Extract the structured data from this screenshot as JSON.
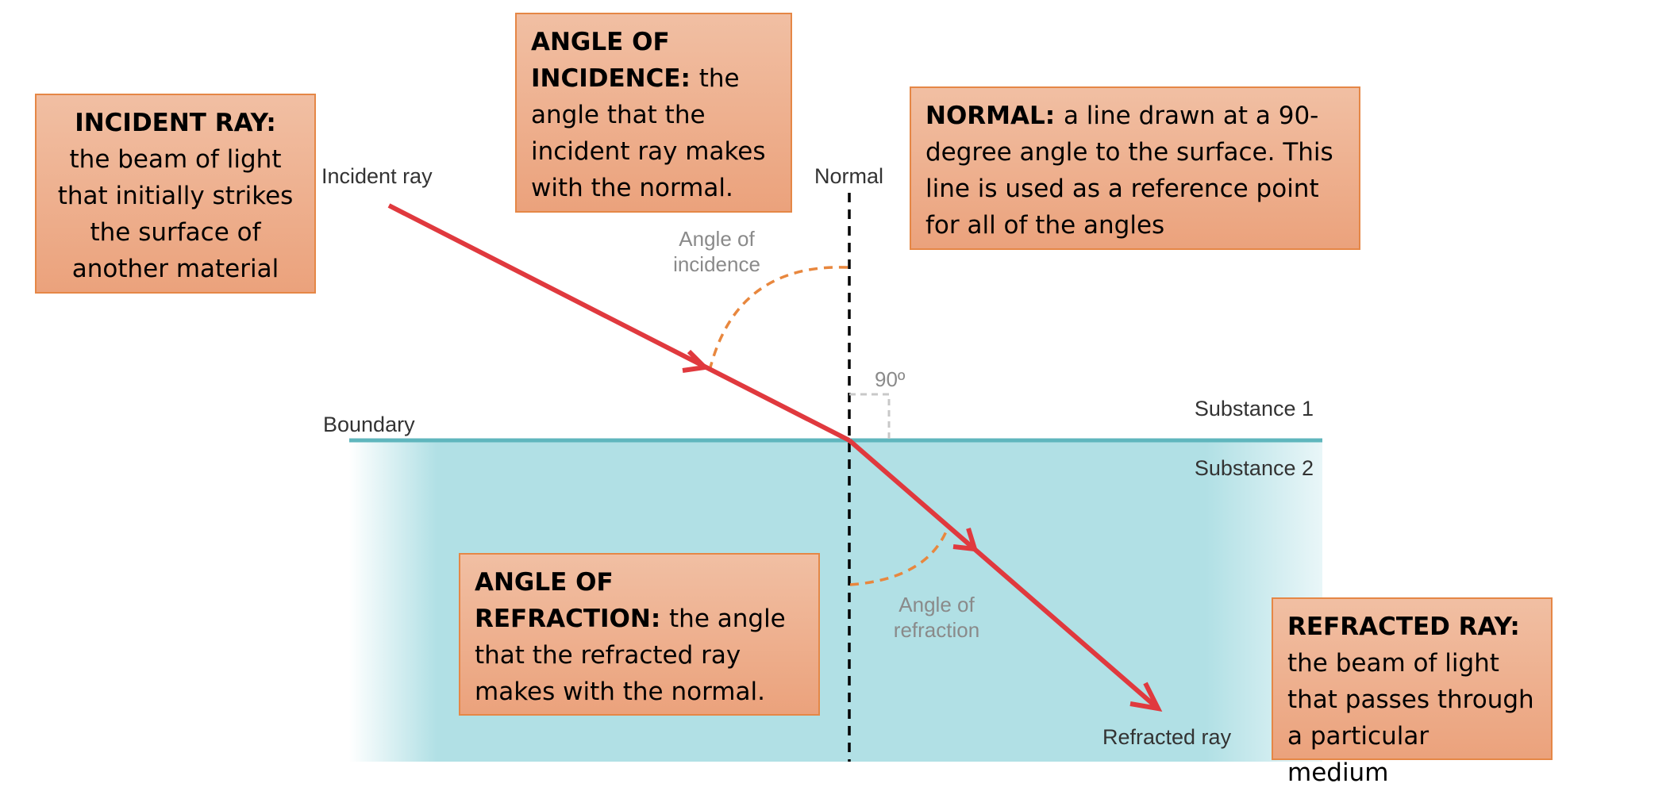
{
  "diagram": {
    "labels": {
      "incident_ray": "Incident ray",
      "normal": "Normal",
      "angle_of_incidence_line1": "Angle of",
      "angle_of_incidence_line2": "incidence",
      "right_angle": "90º",
      "boundary": "Boundary",
      "substance_1": "Substance 1",
      "substance_2": "Substance 2",
      "angle_of_refraction_line1": "Angle of",
      "angle_of_refraction_line2": "refraction",
      "refracted_ray": "Refracted ray"
    },
    "colors": {
      "ray": "#e0393e",
      "arc": "#e8873e",
      "water": "#b1e0e5",
      "boundary_line": "#5fb6bd",
      "callout_border": "#e58746"
    }
  },
  "callouts": {
    "incident_ray": {
      "term": "INCIDENT RAY:",
      "text": "the beam of light that initially strikes the surface of another material"
    },
    "angle_of_incidence": {
      "term": "ANGLE OF INCIDENCE:",
      "text": "the angle that the incident ray makes with the normal."
    },
    "normal": {
      "term": "NORMAL:",
      "text": "a line drawn at a 90-degree angle to the surface. This line is used as a reference point for all of the angles"
    },
    "angle_of_refraction": {
      "term": "ANGLE OF REFRACTION:",
      "text": "the angle that the refracted ray makes with the normal."
    },
    "refracted_ray": {
      "term": "REFRACTED RAY:",
      "text": "the beam of light that passes through a particular medium"
    }
  }
}
